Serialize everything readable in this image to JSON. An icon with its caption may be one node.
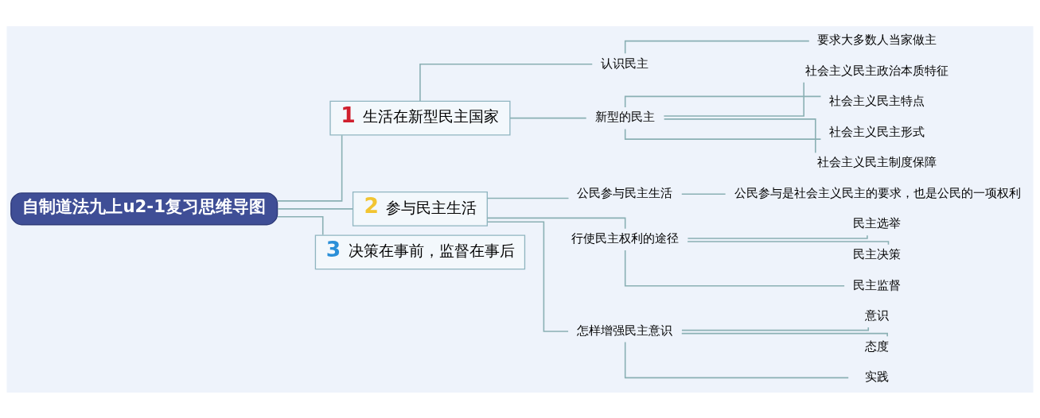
{
  "diagram": {
    "nodes": [
      {
        "text": [
          "自制道法九上u2-1复习思维导图"
        ]
      },
      {
        "text": [
          "1",
          "生活在新型民主国家"
        ]
      },
      {
        "text": [
          "认识民主"
        ]
      },
      {
        "text": [
          "要求大多数人当家做主"
        ]
      },
      {
        "text": [
          "新型的民主"
        ]
      },
      {
        "text": [
          "社会主义民主政治本质特征"
        ]
      },
      {
        "text": [
          "社会主义民主特点"
        ]
      },
      {
        "text": [
          "社会主义民主形式"
        ]
      },
      {
        "text": [
          "社会主义民主制度保障"
        ]
      },
      {
        "text": [
          "2",
          "参与民主生活"
        ]
      },
      {
        "text": [
          "公民参与民主生活"
        ]
      },
      {
        "text": [
          "公民参与是社会主义民主的要求，也是公民的一项权利"
        ]
      },
      {
        "text": [
          "行使民主权利的途径"
        ]
      },
      {
        "text": [
          "民主选举"
        ]
      },
      {
        "text": [
          "民主决策"
        ]
      },
      {
        "text": [
          "民主监督"
        ]
      },
      {
        "text": [
          "怎样增强民主意识"
        ]
      },
      {
        "text": [
          "意识"
        ]
      },
      {
        "text": [
          "态度"
        ]
      },
      {
        "text": [
          "实践"
        ]
      },
      {
        "text": [
          "3",
          "决策在事前，监督在事后"
        ]
      }
    ],
    "edges": [
      {
        "from": 0,
        "to": 1,
        "arrow": "none"
      },
      {
        "from": 1,
        "to": 2,
        "arrow": "none"
      },
      {
        "from": 2,
        "to": 3,
        "arrow": "none"
      },
      {
        "from": 1,
        "to": 4,
        "arrow": "none"
      },
      {
        "from": 4,
        "to": 5,
        "arrow": "none"
      },
      {
        "from": 4,
        "to": 6,
        "arrow": "none"
      },
      {
        "from": 4,
        "to": 7,
        "arrow": "none"
      },
      {
        "from": 4,
        "to": 8,
        "arrow": "none"
      },
      {
        "from": 0,
        "to": 9,
        "arrow": "none"
      },
      {
        "from": 9,
        "to": 10,
        "arrow": "none"
      },
      {
        "from": 10,
        "to": 11,
        "arrow": "none"
      },
      {
        "from": 9,
        "to": 12,
        "arrow": "none"
      },
      {
        "from": 12,
        "to": 13,
        "arrow": "none"
      },
      {
        "from": 12,
        "to": 14,
        "arrow": "none"
      },
      {
        "from": 12,
        "to": 15,
        "arrow": "none"
      },
      {
        "from": 9,
        "to": 16,
        "arrow": "none"
      },
      {
        "from": 16,
        "to": 17,
        "arrow": "none"
      },
      {
        "from": 16,
        "to": 18,
        "arrow": "none"
      },
      {
        "from": 16,
        "to": 19,
        "arrow": "none"
      },
      {
        "from": 0,
        "to": 20,
        "arrow": "none"
      }
    ]
  }
}
